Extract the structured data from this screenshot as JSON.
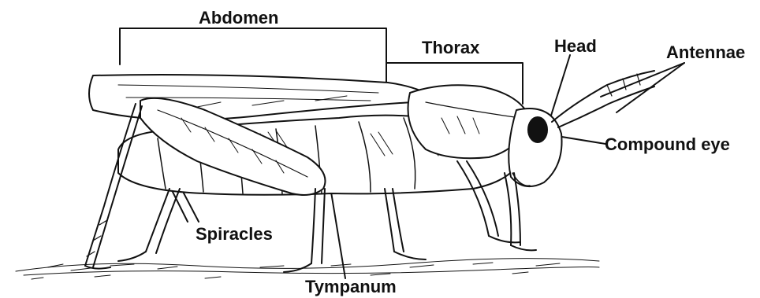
{
  "labels": {
    "abdomen": "Abdomen",
    "thorax": "Thorax",
    "head": "Head",
    "antennae": "Antennae",
    "compound_eye": "Compound eye",
    "spiracles": "Spiracles",
    "tympanum": "Tympanum"
  },
  "colors": {
    "ink": "#111111",
    "background": "#ffffff"
  }
}
